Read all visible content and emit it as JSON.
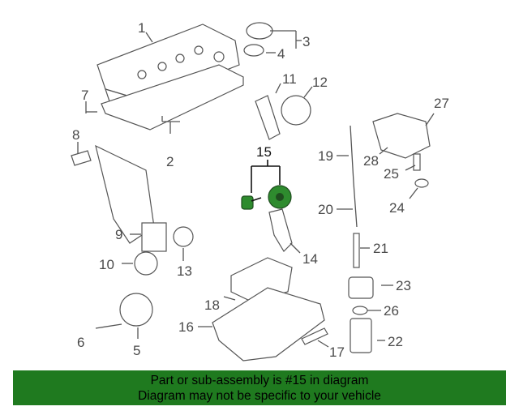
{
  "banner": {
    "line1": "Part or sub-assembly is #15 in diagram",
    "line2": "Diagram may not be specific to your vehicle"
  },
  "colors": {
    "highlight": "#2e8b2e",
    "banner_bg": "#1f7a1f"
  },
  "callouts": [
    "1",
    "2",
    "3",
    "4",
    "5",
    "6",
    "7",
    "8",
    "9",
    "10",
    "11",
    "12",
    "13",
    "14",
    "15",
    "16",
    "17",
    "18",
    "19",
    "20",
    "21",
    "22",
    "23",
    "24",
    "25",
    "26",
    "27",
    "28"
  ]
}
